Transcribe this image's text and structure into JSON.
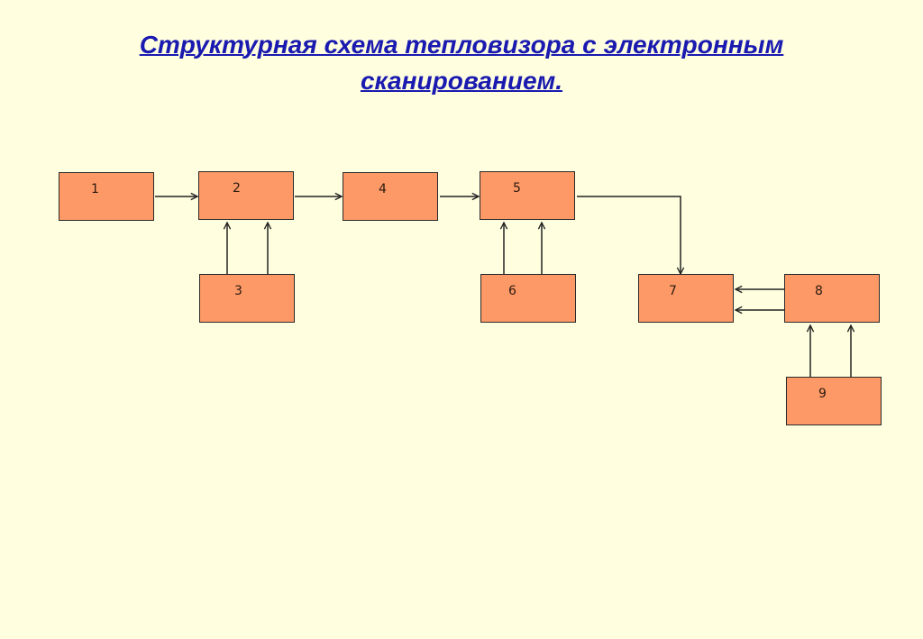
{
  "title": {
    "line1": "Структурная схема тепловизора с электронным",
    "line2": "сканированием."
  },
  "colors": {
    "background": "#ffffe0",
    "title": "#1a1ab0",
    "block_fill": "#fd9966",
    "block_border": "#2a2a2a"
  },
  "blocks": [
    {
      "id": "1",
      "label": "1"
    },
    {
      "id": "2",
      "label": "2"
    },
    {
      "id": "3",
      "label": "3"
    },
    {
      "id": "4",
      "label": "4"
    },
    {
      "id": "5",
      "label": "5"
    },
    {
      "id": "6",
      "label": "6"
    },
    {
      "id": "7",
      "label": "7"
    },
    {
      "id": "8",
      "label": "8"
    },
    {
      "id": "9",
      "label": "9"
    }
  ],
  "connections": [
    {
      "from": "1",
      "to": "2"
    },
    {
      "from": "2",
      "to": "4"
    },
    {
      "from": "3",
      "to": "2",
      "count": 2
    },
    {
      "from": "4",
      "to": "5"
    },
    {
      "from": "6",
      "to": "5",
      "count": 2
    },
    {
      "from": "5",
      "to": "7"
    },
    {
      "from": "8",
      "to": "7",
      "count": 2
    },
    {
      "from": "9",
      "to": "8",
      "count": 2
    }
  ]
}
